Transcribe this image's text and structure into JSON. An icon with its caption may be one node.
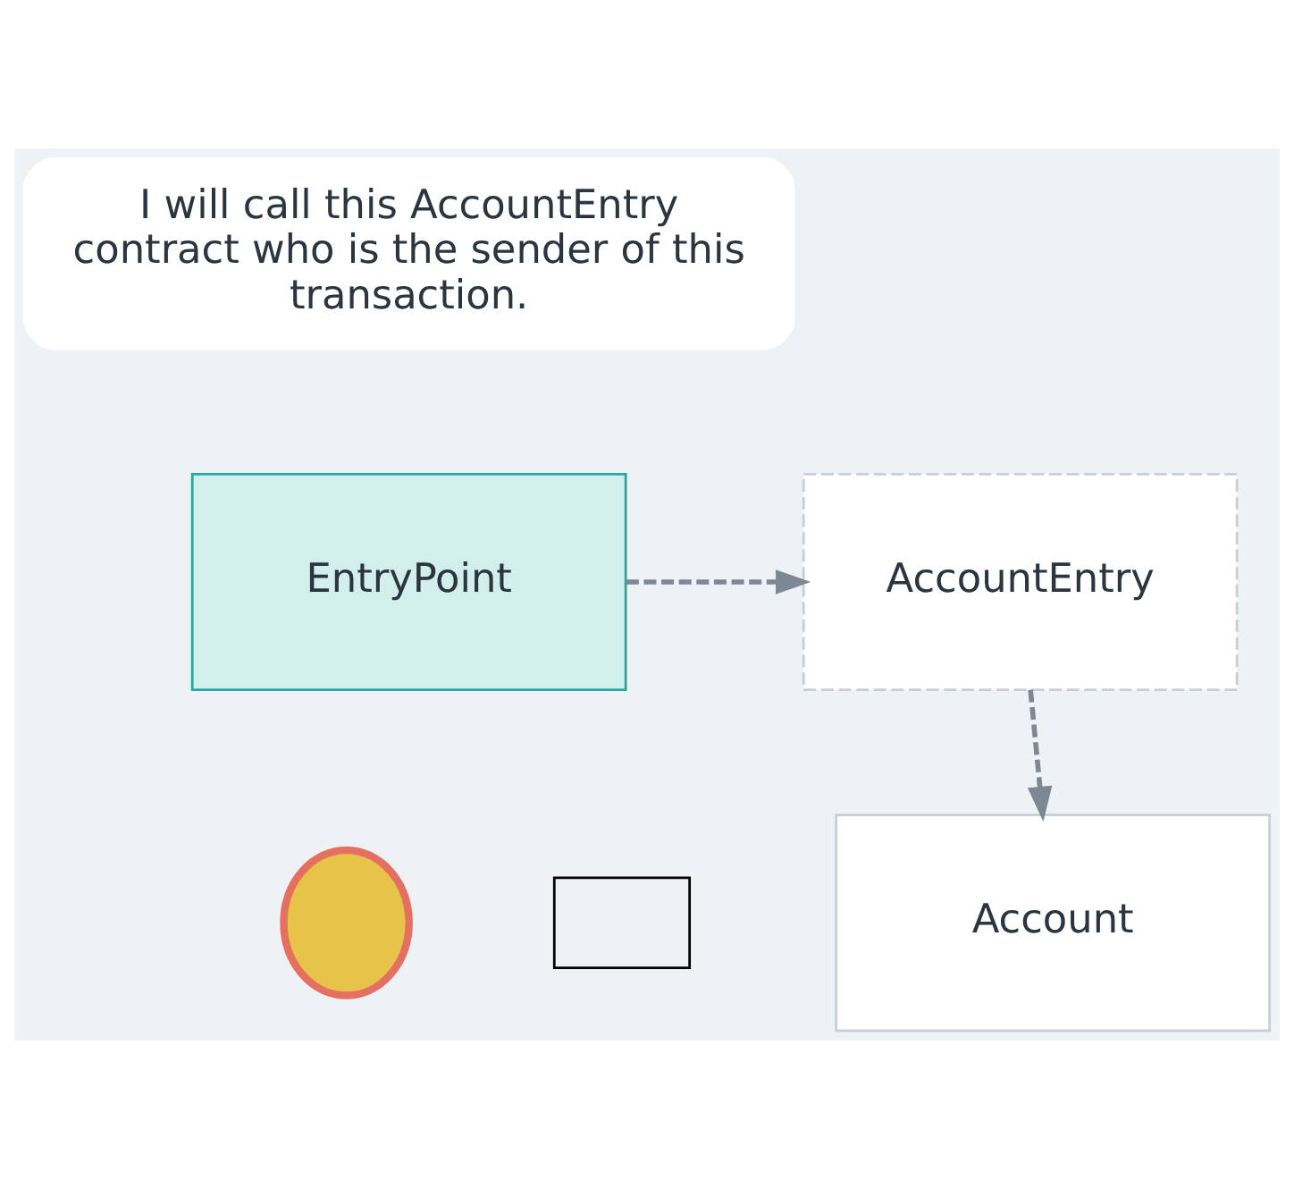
{
  "diagram": {
    "nodes": [
      {
        "text": [
          "I will call this AccountEntry contract who is the sender of this transaction."
        ]
      },
      {
        "text": [
          "EntryPoint"
        ]
      },
      {
        "text": [
          "AccountEntry"
        ]
      },
      {
        "text": [
          "Account"
        ]
      },
      {
        "text": [],
        "shape": "box"
      },
      {
        "text": [],
        "shape": "person"
      }
    ],
    "edges": [
      {
        "from": 1,
        "to": 2,
        "arrow": "to",
        "style": "dashed"
      },
      {
        "from": 2,
        "to": 3,
        "arrow": "to",
        "style": "dashed"
      }
    ]
  }
}
